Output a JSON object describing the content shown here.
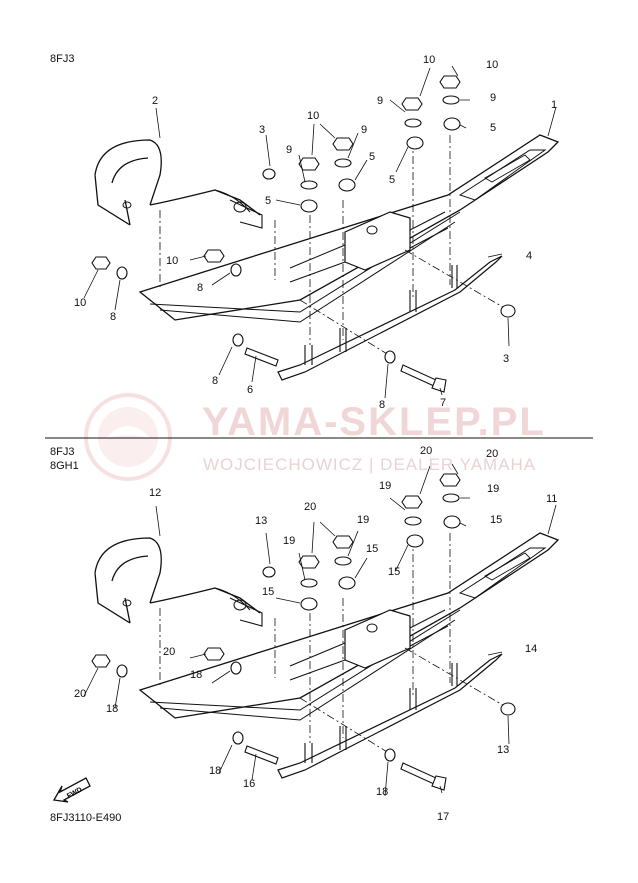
{
  "sections": [
    {
      "codes": [
        "8FJ3"
      ],
      "labels": {
        "ski": "1",
        "handle": "2",
        "cap": "3",
        "runner": "4",
        "washer": "5",
        "bolt": "6",
        "long_bolt": "7",
        "thin_washer": "8",
        "bush": "9",
        "nut": "10"
      }
    },
    {
      "codes": [
        "8FJ3",
        "8GH1"
      ],
      "labels": {
        "ski": "11",
        "handle": "12",
        "cap": "13",
        "runner": "14",
        "washer": "15",
        "bolt": "16",
        "long_bolt": "17",
        "thin_washer": "18",
        "bush": "19",
        "nut": "20"
      }
    }
  ],
  "watermark": {
    "title": "YAMA-SKLEP.PL",
    "subtitle": "WOJCIECHOWICZ | DEALER YAMAHA"
  },
  "fwd": {
    "label": "FWD"
  },
  "footer": {
    "ref": "8FJ3110-E490"
  },
  "colors": {
    "watermark": "#e7a9a9",
    "ink": "#111111"
  }
}
